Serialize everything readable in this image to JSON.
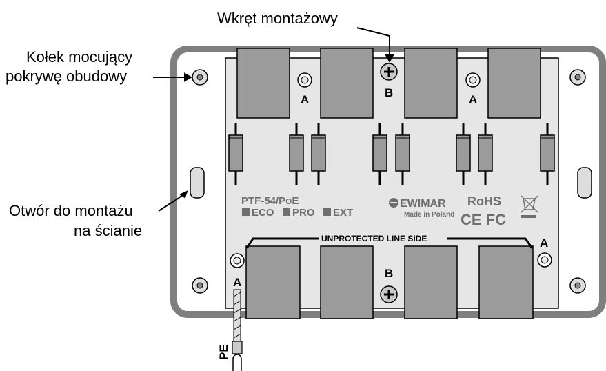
{
  "callouts": {
    "mounting_screw": "Wkręt montażowy",
    "cover_pin_line1": "Kołek mocujący",
    "cover_pin_line2": "pokrywę obudowy",
    "wall_hole_line1": "Otwór do montażu",
    "wall_hole_line2": "na ścianie"
  },
  "board": {
    "model": "PTF-54/PoE",
    "variants": [
      "ECO",
      "PRO",
      "EXT"
    ],
    "brand": "EWIMAR",
    "made_in": "Made in Poland",
    "rohs": "RoHS",
    "ce_fc": "CE FC",
    "unprotected_label": "UNPROTECTED LINE SIDE",
    "label_a": "A",
    "label_b": "B",
    "pe_label": "PE"
  },
  "colors": {
    "enclosure_border": "#7f7f7f",
    "board_fill": "#e6e6e6",
    "connector_fill": "#9b9b9b",
    "text_gray": "#6e6e6e"
  }
}
